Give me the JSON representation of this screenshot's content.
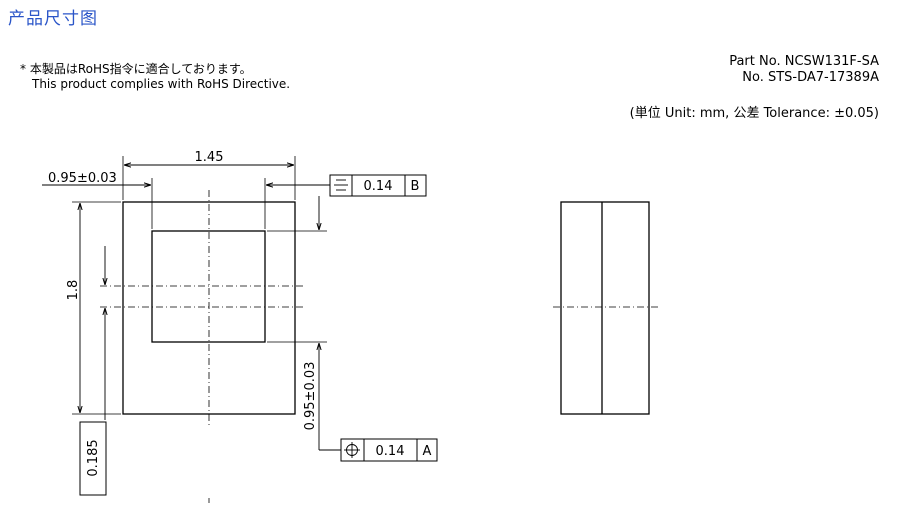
{
  "page_title": "产品尺寸图",
  "rohs_note": {
    "jp": "* 本製品はRoHS指令に適合しております。",
    "en": "This product complies with RoHS Directive."
  },
  "part": {
    "part_no": "Part No. NCSW131F-SA",
    "doc_no": "No. STS-DA7-17389A"
  },
  "units_note": "(単位 Unit: mm, 公差 Tolerance: ±0.05)",
  "dimensions": {
    "width": "1.45",
    "inner_width": "0.95±0.03",
    "height": "1.8",
    "inner_height": "0.95±0.03",
    "offset": "0.185"
  },
  "tolerance_frames": {
    "symmetry": {
      "symbol": "〓",
      "value": "0.14",
      "datum": "B"
    },
    "position": {
      "symbol": "⌖",
      "value": "0.14",
      "datum": "A"
    }
  }
}
